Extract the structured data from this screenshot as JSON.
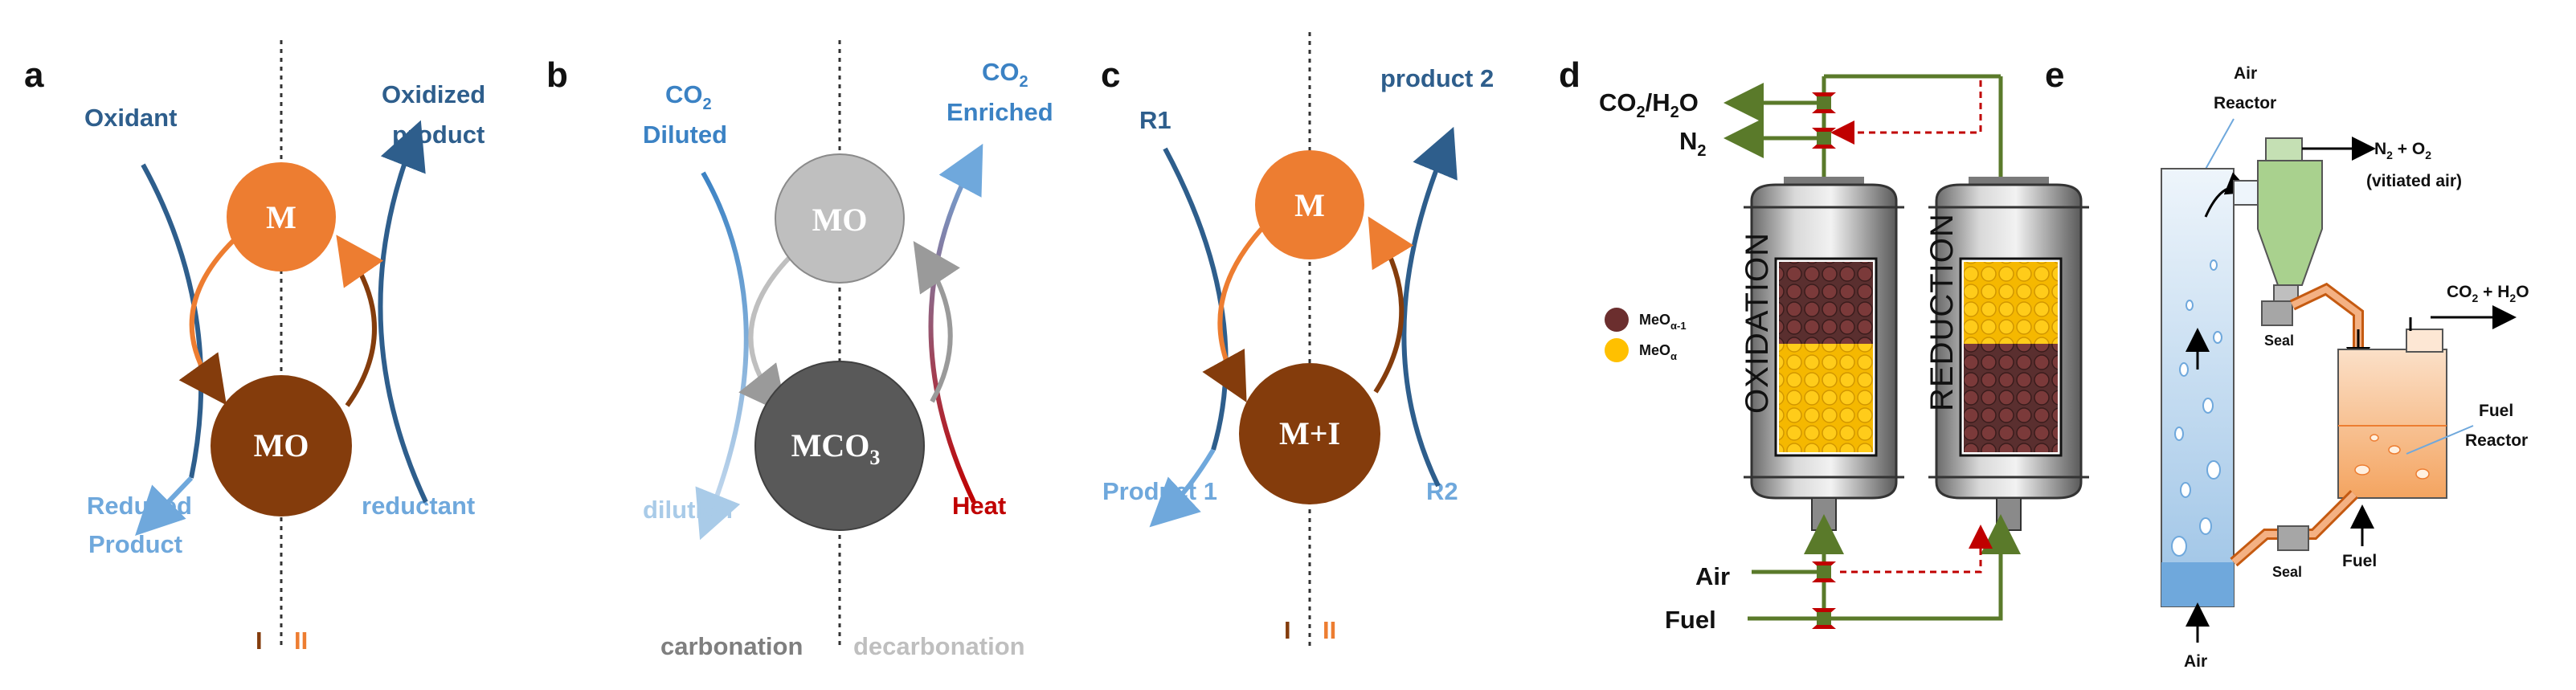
{
  "colors": {
    "dark_blue": "#2e5e8c",
    "mid_blue": "#3b82c4",
    "light_blue": "#6fa8dc",
    "pale_blue": "#a9cbe8",
    "orange": "#ed7d31",
    "brown": "#843c0c",
    "light_gray": "#bfbfbf",
    "dark_gray": "#595959",
    "red": "#c00000",
    "olive": "#5a7a2a",
    "green_cyclone": "#a9d18e",
    "fuel_orange": "#f4b183"
  },
  "panel_a": {
    "letter": "a",
    "oxidant": "Oxidant",
    "oxidized_1": "Oxidized",
    "oxidized_2": "product",
    "reduced_1": "Reduced",
    "reduced_2": "Product",
    "reductant": "reductant",
    "top_circle": "M",
    "bottom_circle": "MO",
    "zone_1": "I",
    "zone_2": "II"
  },
  "panel_b": {
    "letter": "b",
    "co2_left": "CO",
    "co2_left_sub": "2",
    "diluted": "Diluted",
    "co2_right": "CO",
    "co2_right_sub": "2",
    "enriched": "Enriched",
    "top_circle": "MO",
    "bottom_circle": "MCO",
    "bottom_circle_sub": "3",
    "dilution": "dilution",
    "heat": "Heat",
    "carbonation": "carbonation",
    "decarbonation": "decarbonation"
  },
  "panel_c": {
    "letter": "c",
    "r1": "R1",
    "product2": "product 2",
    "product1": "Product 1",
    "r2": "R2",
    "top_circle": "M",
    "bottom_circle": "M+I",
    "zone_1": "I",
    "zone_2": "II"
  },
  "panel_d": {
    "letter": "d",
    "co2_h2o_a": "CO",
    "co2_h2o_sub": "2",
    "co2_h2o_b": "/H",
    "co2_h2o_sub2": "2",
    "co2_h2o_c": "O",
    "n2": "N",
    "n2_sub": "2",
    "air": "Air",
    "fuel": "Fuel",
    "legend_1": "MeO",
    "legend_1_sub": "α-1",
    "legend_2": "MeO",
    "legend_2_sub": "α",
    "oxidation": "OXIDATION",
    "reduction": "REDUCTION"
  },
  "panel_e": {
    "letter": "e",
    "air_reactor_1": "Air",
    "air_reactor_2": "Reactor",
    "n2_o2": "N",
    "n2_o2_sub": "2",
    "n2_o2_mid": " + O",
    "n2_o2_sub2": "2",
    "vitiated": "(vitiated air)",
    "co2_h2o": "CO",
    "co2_h2o_sub": "2",
    "co2_h2o_mid": " + H",
    "co2_h2o_sub2": "2",
    "co2_h2o_end": "O",
    "seal_top": "Seal",
    "seal_bottom": "Seal",
    "fuel_reactor_1": "Fuel",
    "fuel_reactor_2": "Reactor",
    "fuel": "Fuel",
    "air": "Air"
  }
}
